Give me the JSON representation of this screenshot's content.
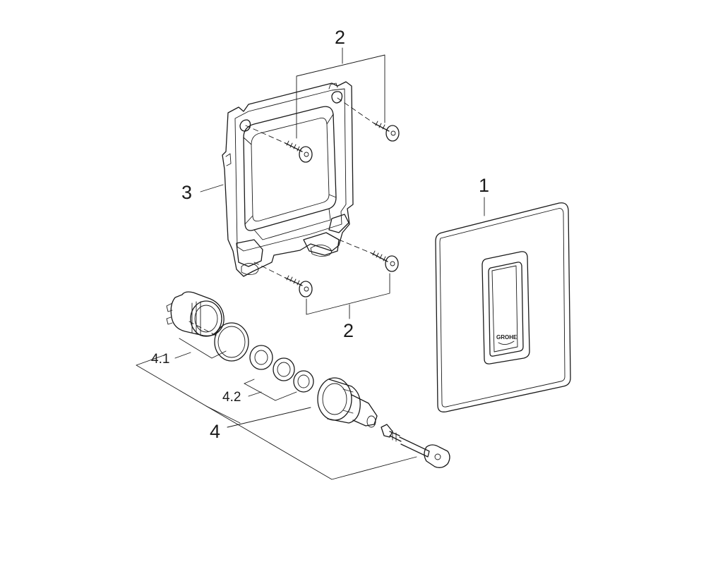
{
  "labels": {
    "plate": "1",
    "screws_top": "2",
    "screws_bottom": "2",
    "frame": "3",
    "cartridge": "4",
    "sub_41": "4.1",
    "sub_42": "4.2"
  },
  "logo_text": "GROHE",
  "icons": {
    "screw": "screw-icon",
    "o_ring": "o-ring-icon"
  },
  "colors": {
    "ink": "#1a1a1a",
    "background": "#ffffff"
  }
}
